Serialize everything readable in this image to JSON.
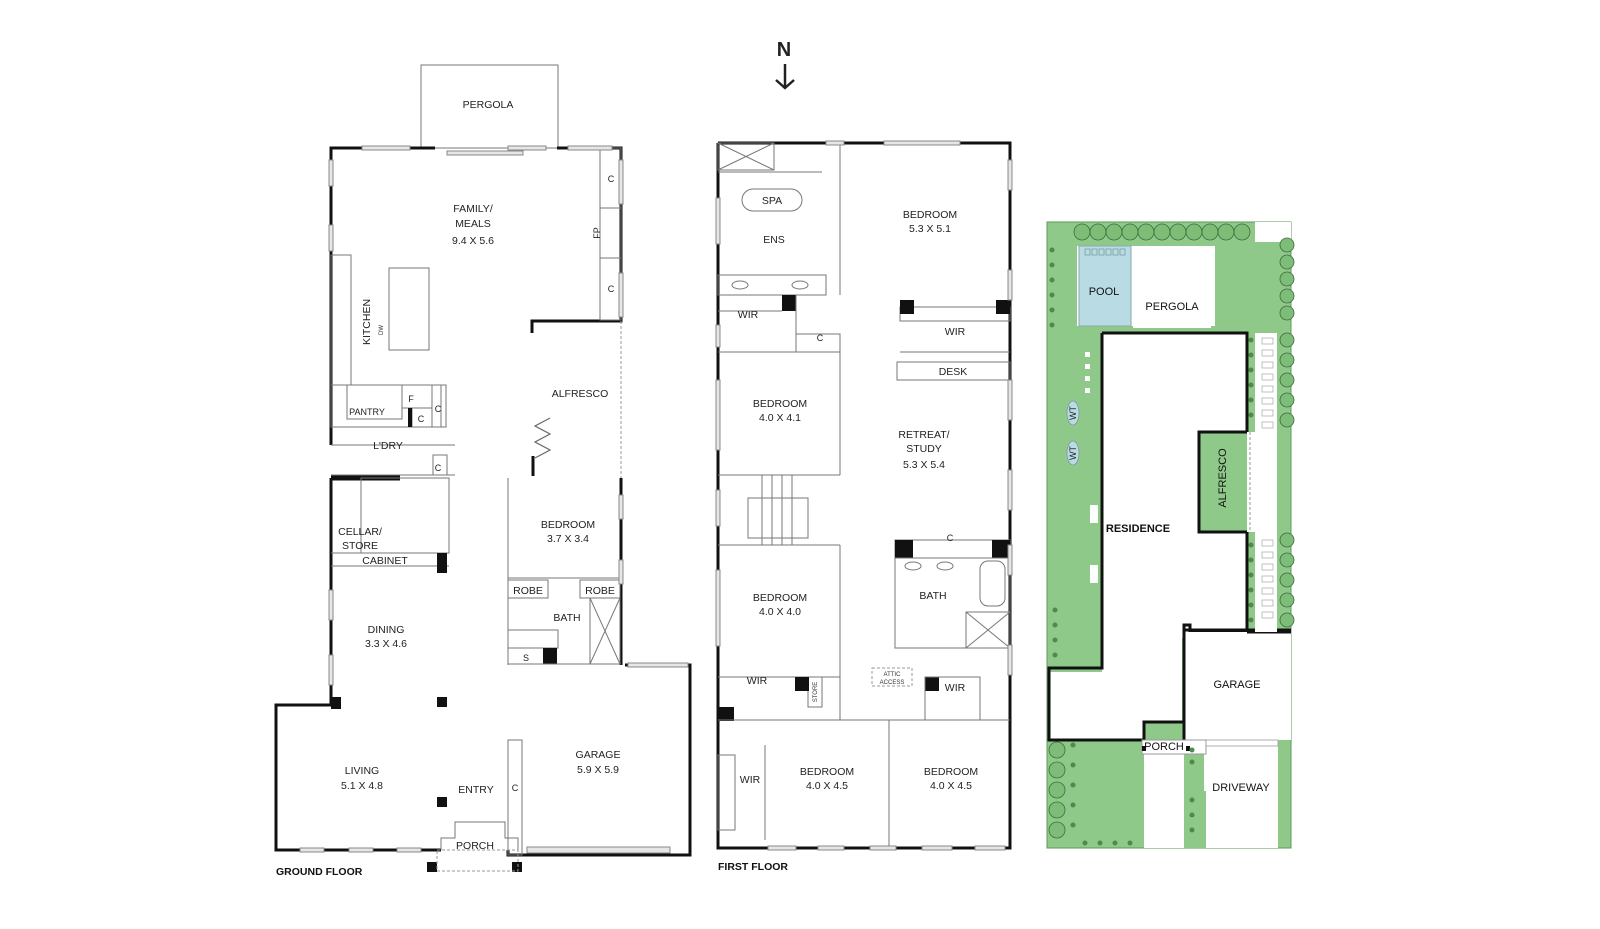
{
  "compass": {
    "label": "N",
    "arrow": "down-arrow"
  },
  "colors": {
    "lawn": "#8fc98a",
    "pool": "#b9dce4",
    "wall": "#111111",
    "garden_dark": "#5c9a58"
  },
  "ground_floor": {
    "title": "GROUND FLOOR",
    "rooms": {
      "pergola": "PERGOLA",
      "family_label": "FAMILY/",
      "family_label2": "MEALS",
      "family_dims": "9.4 X 5.6",
      "kitchen": "KITCHEN",
      "dw": "DW",
      "fp": "FP",
      "c1": "C",
      "c2": "C",
      "c3": "C",
      "c4": "C",
      "c5": "C",
      "c6": "C",
      "pantry": "PANTRY",
      "fridge": "F",
      "ldry": "L'DRY",
      "alfresco": "ALFRESCO",
      "cellar_label": "CELLAR/",
      "cellar_label2": "STORE",
      "cabinet": "CABINET",
      "bedroom": "BEDROOM",
      "bedroom_dims": "3.7 X 3.4",
      "robe1": "ROBE",
      "robe2": "ROBE",
      "bath": "BATH",
      "s": "S",
      "dining": "DINING",
      "dining_dims": "3.3 X 4.6",
      "living": "LIVING",
      "living_dims": "5.1 X 4.8",
      "entry": "ENTRY",
      "porch": "PORCH",
      "garage": "GARAGE",
      "garage_dims": "5.9 X 5.9"
    }
  },
  "first_floor": {
    "title": "FIRST FLOOR",
    "rooms": {
      "spa": "SPA",
      "ens": "ENS",
      "master": "BEDROOM",
      "master_dims": "5.3 X 5.1",
      "wir1": "WIR",
      "wir2": "WIR",
      "c1": "C",
      "desk": "DESK",
      "bed2": "BEDROOM",
      "bed2_dims": "4.0 X 4.1",
      "retreat_label": "RETREAT/",
      "retreat_label2": "STUDY",
      "retreat_dims": "5.3 X 5.4",
      "c2": "C",
      "bath": "BATH",
      "bed3": "BEDROOM",
      "bed3_dims": "4.0 X 4.0",
      "wir3": "WIR",
      "store": "STORE",
      "attic1": "ATTIC",
      "attic2": "ACCESS",
      "wir4": "WIR",
      "wir5": "WIR",
      "bed4": "BEDROOM",
      "bed4_dims": "4.0 X 4.5",
      "bed5": "BEDROOM",
      "bed5_dims": "4.0 X 4.5"
    }
  },
  "site_plan": {
    "pool": "POOL",
    "pergola": "PERGOLA",
    "residence": "RESIDENCE",
    "alfresco": "ALFRESCO",
    "wt1": "WT",
    "wt2": "WT",
    "garage": "GARAGE",
    "porch": "PORCH",
    "driveway": "DRIVEWAY"
  }
}
